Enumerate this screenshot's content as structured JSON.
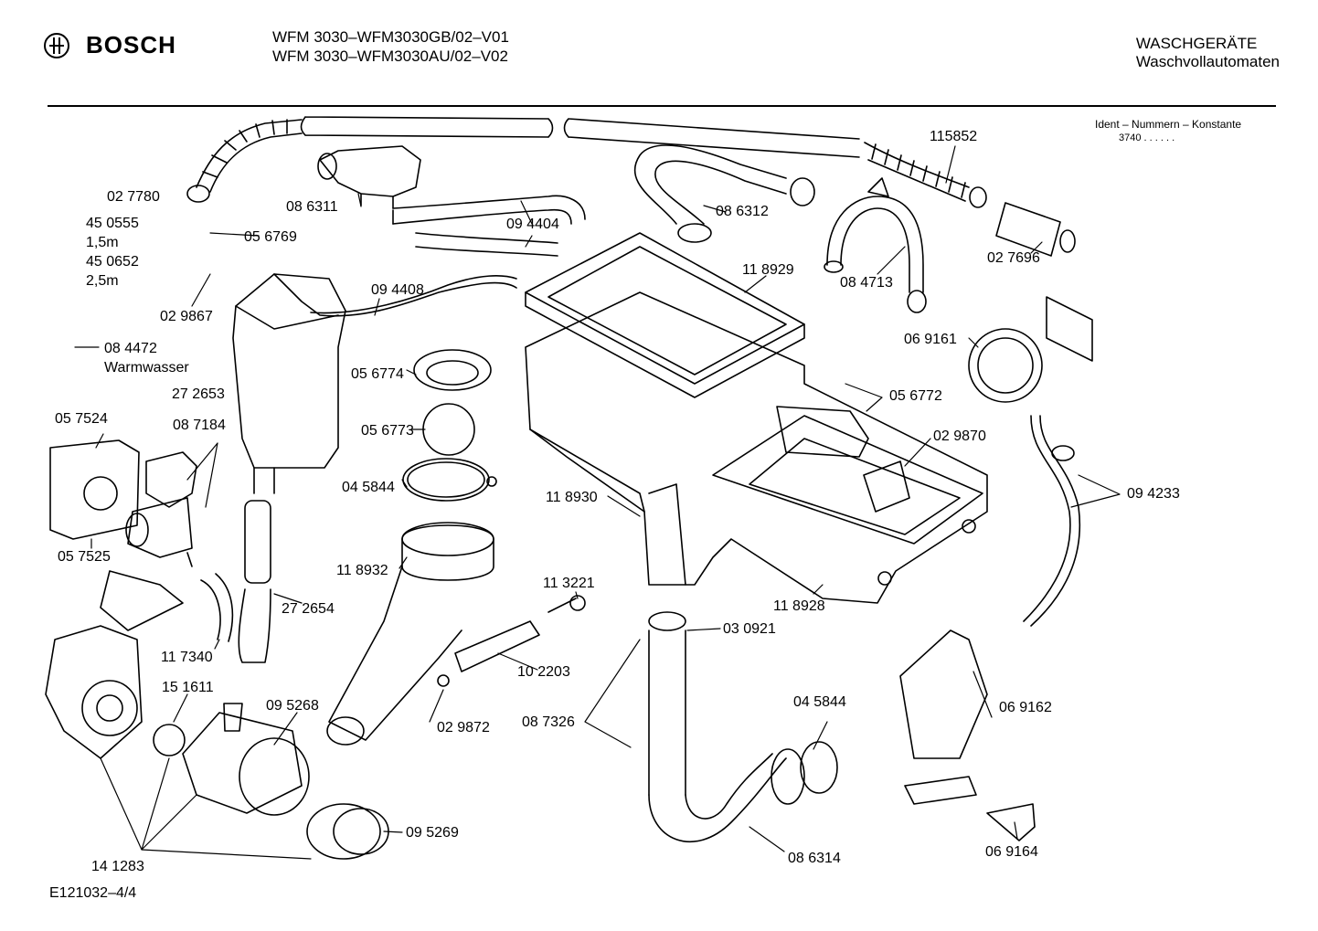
{
  "header": {
    "brand": "BOSCH",
    "model_line_1": "WFM 3030–WFM3030GB/02–V01",
    "model_line_2": "WFM 3030–WFM3030AU/02–V02",
    "category_1": "WASCHGERÄTE",
    "category_2": "Waschvollautomaten"
  },
  "ident": {
    "title": "Ident – Nummern – Konstante",
    "value": "3740  .  .    .  .  .  ."
  },
  "footer": {
    "drawing_id": "E121032–4/4"
  },
  "parts": [
    {
      "id": "p027780",
      "text": "02 7780"
    },
    {
      "id": "p450555",
      "text": "45 0555"
    },
    {
      "id": "p15m",
      "text": "1,5m"
    },
    {
      "id": "p450652",
      "text": "45 0652"
    },
    {
      "id": "p25m",
      "text": "2,5m"
    },
    {
      "id": "p056769",
      "text": "05 6769"
    },
    {
      "id": "p029867",
      "text": "02 9867"
    },
    {
      "id": "p084472",
      "text": "08 4472"
    },
    {
      "id": "pwarm",
      "text": "Warmwasser"
    },
    {
      "id": "p086311",
      "text": "08 6311"
    },
    {
      "id": "p094404",
      "text": "09 4404"
    },
    {
      "id": "p086312",
      "text": "08 6312"
    },
    {
      "id": "p115852",
      "text": "115852"
    },
    {
      "id": "p027696",
      "text": "02 7696"
    },
    {
      "id": "p084713",
      "text": "08 4713"
    },
    {
      "id": "p118929",
      "text": "11 8929"
    },
    {
      "id": "p094408",
      "text": "09 4408"
    },
    {
      "id": "p272653",
      "text": "27 2653"
    },
    {
      "id": "p056774",
      "text": "05 6774"
    },
    {
      "id": "p056773",
      "text": "05 6773"
    },
    {
      "id": "p045844a",
      "text": "04 5844"
    },
    {
      "id": "p057524",
      "text": "05 7524"
    },
    {
      "id": "p087184",
      "text": "08 7184"
    },
    {
      "id": "p057525",
      "text": "05 7525"
    },
    {
      "id": "p069161",
      "text": "06 9161"
    },
    {
      "id": "p056772",
      "text": "05 6772"
    },
    {
      "id": "p029870",
      "text": "02 9870"
    },
    {
      "id": "p094233",
      "text": "09 4233"
    },
    {
      "id": "p118930",
      "text": "11 8930"
    },
    {
      "id": "p118932",
      "text": "11 8932"
    },
    {
      "id": "p272654",
      "text": "27 2654"
    },
    {
      "id": "p113221",
      "text": "11 3221"
    },
    {
      "id": "p118928",
      "text": "11 8928"
    },
    {
      "id": "p117340",
      "text": "11 7340"
    },
    {
      "id": "p030921",
      "text": "03 0921"
    },
    {
      "id": "p102203",
      "text": "10 2203"
    },
    {
      "id": "p151611",
      "text": "15 1611"
    },
    {
      "id": "p095268",
      "text": "09 5268"
    },
    {
      "id": "p029872",
      "text": "02 9872"
    },
    {
      "id": "p087326",
      "text": "08 7326"
    },
    {
      "id": "p045844b",
      "text": "04 5844"
    },
    {
      "id": "p069162",
      "text": "06 9162"
    },
    {
      "id": "p095269",
      "text": "09 5269"
    },
    {
      "id": "p086314",
      "text": "08 6314"
    },
    {
      "id": "p069164",
      "text": "06 9164"
    },
    {
      "id": "p141283",
      "text": "14 1283"
    }
  ]
}
